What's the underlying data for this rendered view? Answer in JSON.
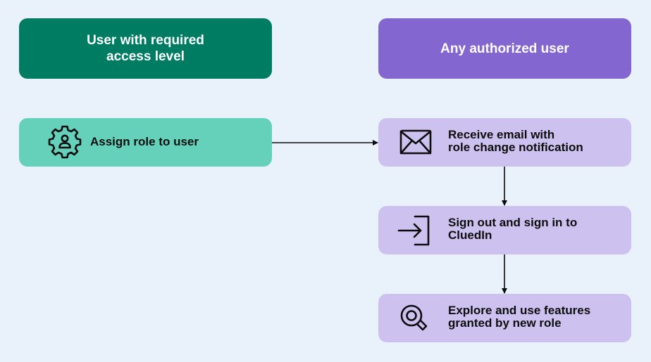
{
  "lanes": {
    "left": {
      "header_line1": "User with required",
      "header_line2": "access level",
      "color": "#007c63"
    },
    "right": {
      "header": "Any authorized user",
      "color": "#8466d1"
    }
  },
  "steps": {
    "assign": {
      "line1": "Assign role to user",
      "icon": "user-gear-icon",
      "color": "#66d1bb"
    },
    "email": {
      "line1": "Receive email with",
      "line2": "role change notification",
      "icon": "envelope-icon",
      "color": "#cdc2ef"
    },
    "sign": {
      "line1": "Sign out and sign in to",
      "line2": "CluedIn",
      "icon": "sign-in-icon",
      "color": "#cdc2ef"
    },
    "explore": {
      "line1": "Explore and use features",
      "line2": "granted by new role",
      "icon": "explore-icon",
      "color": "#cdc2ef"
    }
  }
}
